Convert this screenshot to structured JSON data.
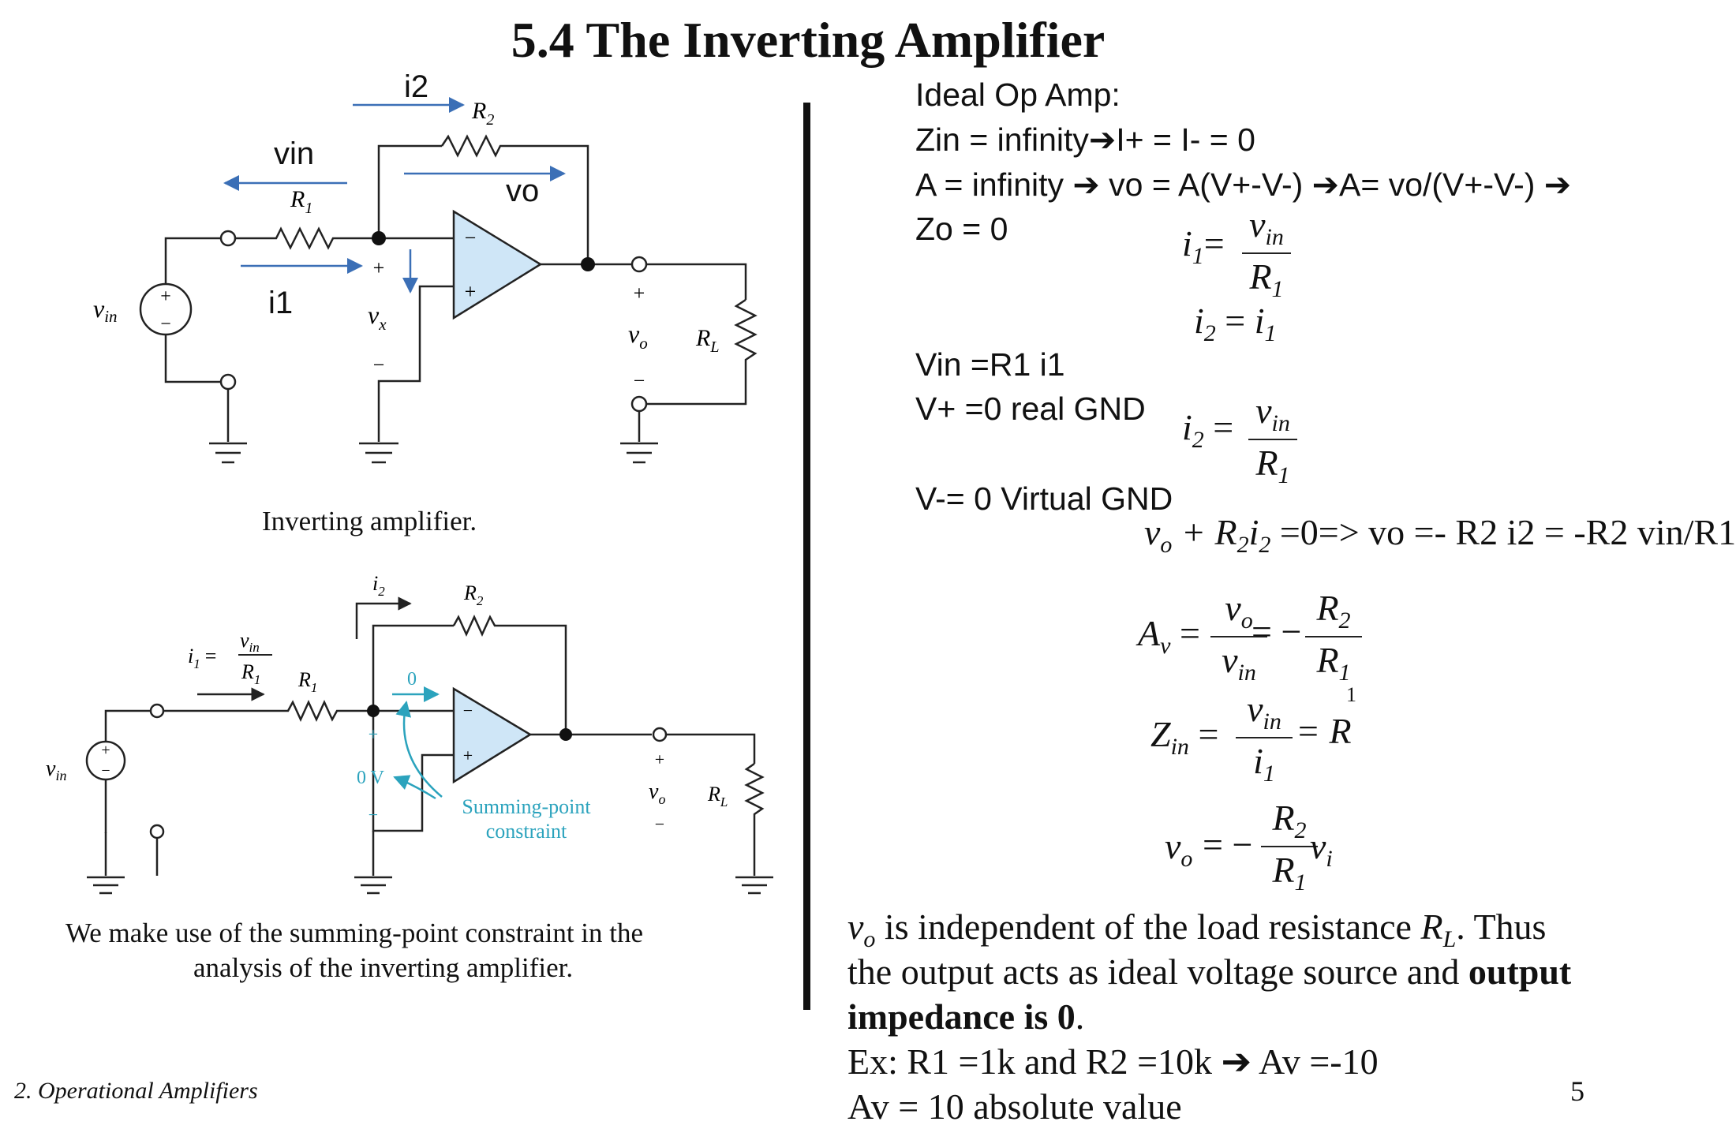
{
  "slide": {
    "title": "5.4 The Inverting Amplifier",
    "footer_left": "2. Operational Amplifiers",
    "page_number": "5"
  },
  "figure1": {
    "caption": "Inverting amplifier.",
    "label_vin_arrow": "vin",
    "label_vo_arrow": "vo",
    "label_i1": "i1",
    "label_i2": "i2",
    "R1": "R",
    "R1_sub": "1",
    "R2": "R",
    "R2_sub": "2",
    "RL": "R",
    "RL_sub": "L",
    "vin_src": "v",
    "vin_src_sub": "in",
    "vx": "v",
    "vx_sub": "x",
    "vo": "v",
    "vo_sub": "o",
    "plus": "+",
    "minus": "−"
  },
  "figure2": {
    "caption_line1": "We make use of the summing-point constraint in  the",
    "caption_line2": "analysis of the inverting amplifier.",
    "i1_eq_lhs": "i",
    "i1_eq_lhs_sub": "1",
    "eq_sign": "=",
    "i1_eq_num": "v",
    "i1_eq_num_sub": "in",
    "i1_eq_den": "R",
    "i1_eq_den_sub": "1",
    "i2": "i",
    "i2_sub": "2",
    "R1": "R",
    "R1_sub": "1",
    "R2": "R",
    "R2_sub": "2",
    "RL": "R",
    "RL_sub": "L",
    "vin_src": "v",
    "vin_src_sub": "in",
    "vo": "v",
    "vo_sub": "o",
    "zero_current": "0",
    "zero_volt": "0 V",
    "summing_line1": "Summing-point",
    "summing_line2": "constraint",
    "plus": "+",
    "minus": "−"
  },
  "right": {
    "ideal": "Ideal Op Amp:",
    "zin_a": "Zin = infinity",
    "zin_b": "I+ = I- = 0",
    "a_a": "A = infinity ",
    "a_b": " vo = A(V+-V-) ",
    "a_c": "A= vo/(V+-V-) ",
    "zo": "Zo = 0",
    "vin_r1": "Vin =R1 i1",
    "vplus": "V+ =0 real GND",
    "vminus": "V-= 0 Virtual GND",
    "eq_i1_lhs": "i",
    "eq_i1_sub": "1",
    "eq_eq": "=",
    "eq_num": "v",
    "eq_num_sub": "in",
    "eq_den": "R",
    "eq_den_sub": "1",
    "eq_i2_line": "i",
    "eq_i2_sub": "2",
    "eq_i2_rhs": "i",
    "eq_i2_rhs_sub": "1",
    "kvl_lead": "v",
    "kvl_lead_sub": "o",
    "kvl_plus": " + R",
    "kvl_r2sub": "2",
    "kvl_i": "i",
    "kvl_isub": "2",
    "kvl_rest": " =0=> vo =- R2 i2 = -R2 vin/R1",
    "av_lhs": "A",
    "av_lhs_sub": "v",
    "av_num": "v",
    "av_num_sub": "o",
    "av_den": "v",
    "av_den_sub": "in",
    "av_minus": "= −",
    "av_rnum": "R",
    "av_rnum_sub": "2",
    "av_rden": "R",
    "av_rden_sub": "1",
    "zin_lhs": "Z",
    "zin_lhs_sub": "in",
    "zin_num": "v",
    "zin_num_sub": "in",
    "zin_den": "i",
    "zin_den_sub": "1",
    "zin_rhs": "= R",
    "zin_rhs_sup": "1",
    "vo_lhs": "v",
    "vo_lhs_sub": "o",
    "vo_eq": "= −",
    "vo_num": "R",
    "vo_num_sub": "2",
    "vo_den": "R",
    "vo_den_sub": "1",
    "vo_tail": "v",
    "vo_tail_sub": "i",
    "p1_a": "v",
    "p1_a_sub": "o",
    "p1_b": " is independent of the load resistance ",
    "p1_c": "R",
    "p1_c_sub": "L",
    "p1_d": ". Thus",
    "p2": "the output acts as ideal voltage source and ",
    "p2_bold": "output",
    "p3_bold": "impedance is 0",
    "p3_end": ".",
    "ex_a": "Ex: R1 =1k and R2 =10k ",
    "ex_b": " Av =-10",
    "abs_line": "Av = 10 absolute value"
  }
}
